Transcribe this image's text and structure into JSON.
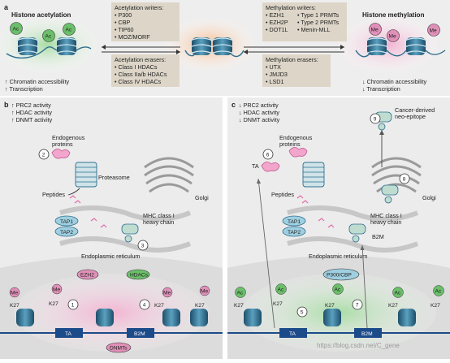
{
  "panel_a": {
    "label": "a",
    "left_title": "Histone acetylation",
    "right_title": "Histone methylation",
    "left_effects": [
      "↑ Chromatin accessibility",
      "↑ Transcription"
    ],
    "right_effects": [
      "↓ Chromatin accessibility",
      "↓ Transcription"
    ],
    "writers_acetyl": {
      "title": "Acetylation writers:",
      "items": [
        "• P300",
        "• CBP",
        "• TIP60",
        "• MOZ/MORF"
      ]
    },
    "erasers_acetyl": {
      "title": "Acetylation erasers:",
      "items": [
        "• Class I HDACs",
        "• Class IIa/b HDACs",
        "• Class IV HDACs"
      ]
    },
    "writers_methyl": {
      "title": "Methylation writers:",
      "items_left": [
        "• EZH1",
        "• EZH2P",
        "• DOT1L"
      ],
      "items_right": [
        "• Type 1 PRMTs",
        "• Type 2 PRMTs",
        "• Menin-MLL"
      ]
    },
    "erasers_methyl": {
      "title": "Methylation erasers:",
      "items": [
        "• UTX",
        "• JMJD3",
        "• LSD1"
      ]
    },
    "ac": "Ac",
    "me": "Me"
  },
  "panel_b": {
    "label": "b",
    "effects": [
      "↑ PRC2 activity",
      "↑ HDAC activity",
      "↑ DNMT activity"
    ],
    "endogenous": "Endogenous\nproteins",
    "proteasome": "Proteasome",
    "peptides": "Peptides",
    "golgi": "Golgi",
    "tap1": "TAP1",
    "tap2": "TAP2",
    "mhc": "MHC class I\nheavy chain",
    "er": "Endoplasmic reticulum",
    "ezh2": "EZH2",
    "hdacs": "HDACs",
    "dnmts": "DNMTs",
    "ta": "TA",
    "b2m": "B2M",
    "k27": "K27",
    "me3": "Me",
    "numbers": [
      "1",
      "2",
      "3",
      "4"
    ]
  },
  "panel_c": {
    "label": "c",
    "effects": [
      "↓ PRC2 activity",
      "↓ HDAC activity",
      "↓ DNMT activity"
    ],
    "endogenous": "Endogenous\nproteins",
    "ta": "TA",
    "peptides": "Peptides",
    "golgi": "Golgi",
    "tap1": "TAP1",
    "tap2": "TAP2",
    "mhc": "MHC class I\nheavy chain",
    "b2m": "B2M",
    "er": "Endoplasmic reticulum",
    "p300": "P300/CBP",
    "neo": "Cancer-derived\nneo-epitope",
    "ac": "Ac",
    "k27": "K27",
    "numbers": [
      "5",
      "6",
      "7",
      "8",
      "9"
    ]
  },
  "watermark": "https://blog.csdn.net/C_gene",
  "colors": {
    "green": "#6bbf6a",
    "pink": "#e090b8",
    "orange": "#f2a66b",
    "nucleosome": "#2f6f8f",
    "dna_blue": "#1c4b8a"
  }
}
